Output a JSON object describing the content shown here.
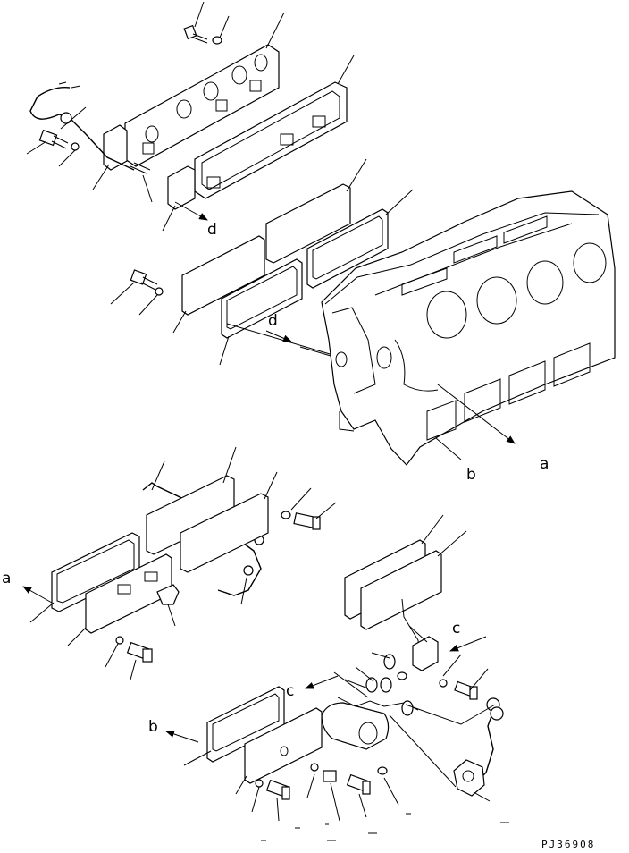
{
  "diagram": {
    "drawing_code": "PJ36908",
    "ref_labels": {
      "a_upper": "a",
      "a_lower": "a",
      "b_upper": "b",
      "b_lower": "b",
      "c_upper": "c",
      "c_lower": "c",
      "d_upper": "d",
      "d_lower": "d"
    }
  }
}
